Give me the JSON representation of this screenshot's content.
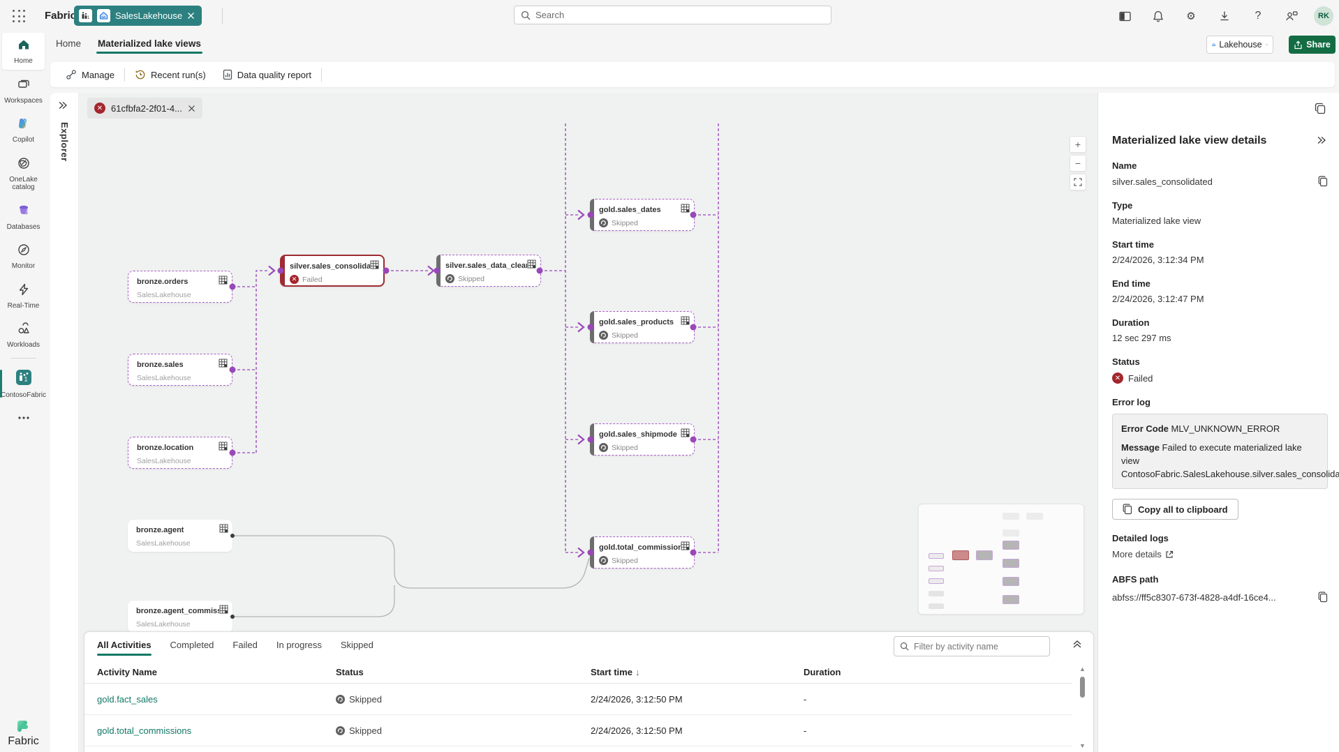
{
  "colors": {
    "accent_green": "#117865",
    "tab_teal": "#2d8080",
    "share_green": "#136c43",
    "purple": "#a85fc4",
    "failed_red": "#a4262c",
    "skipped_gray": "#6d6d6d"
  },
  "topbar": {
    "brand": "Fabric",
    "item_tab": {
      "label": "SalesLakehouse"
    },
    "search": {
      "placeholder": "Search"
    },
    "avatar_initials": "RK"
  },
  "tabrow": {
    "tabs": [
      {
        "label": "Home",
        "active": false
      },
      {
        "label": "Materialized lake views",
        "active": true
      }
    ],
    "item_type_button": "Lakehouse",
    "share_button": "Share"
  },
  "toolbar": {
    "manage": "Manage",
    "recent_runs": "Recent run(s)",
    "data_quality": "Data quality report"
  },
  "sidebar": {
    "items": [
      {
        "id": "home",
        "label": "Home",
        "icon": "home-icon",
        "active": true
      },
      {
        "id": "workspaces",
        "label": "Workspaces",
        "icon": "workspaces-icon"
      },
      {
        "id": "copilot",
        "label": "Copilot",
        "icon": "copilot-icon"
      },
      {
        "id": "onelake",
        "label": "OneLake catalog",
        "icon": "onelake-icon"
      },
      {
        "id": "databases",
        "label": "Databases",
        "icon": "databases-icon"
      },
      {
        "id": "monitor",
        "label": "Monitor",
        "icon": "monitor-icon"
      },
      {
        "id": "realtime",
        "label": "Real-Time",
        "icon": "realtime-icon"
      },
      {
        "id": "workloads",
        "label": "Workloads",
        "icon": "workloads-icon"
      },
      {
        "id": "contoso",
        "label": "ContosoFabric",
        "icon": "contoso-icon",
        "selected": true
      },
      {
        "id": "more",
        "label": "",
        "icon": "more-icon"
      }
    ],
    "bottom": {
      "label": "Fabric",
      "icon": "fabric-logo"
    }
  },
  "explorer": {
    "label": "Explorer"
  },
  "canvas": {
    "run_badge": "61cfbfa2-2f01-4...",
    "zoom_controls": {
      "zoom_in": "+",
      "zoom_out": "−"
    },
    "nodes": [
      {
        "id": "bo",
        "title": "bronze.orders",
        "subtitle": "SalesLakehouse",
        "kind": "src"
      },
      {
        "id": "bs",
        "title": "bronze.sales",
        "subtitle": "SalesLakehouse",
        "kind": "src"
      },
      {
        "id": "bl",
        "title": "bronze.location",
        "subtitle": "SalesLakehouse",
        "kind": "src"
      },
      {
        "id": "ba",
        "title": "bronze.agent",
        "subtitle": "SalesLakehouse",
        "kind": "plain"
      },
      {
        "id": "bac",
        "title": "bronze.agent_commissio...",
        "subtitle": "SalesLakehouse",
        "kind": "plain"
      },
      {
        "id": "ssc",
        "title": "silver.sales_consolidated",
        "status": "Failed",
        "kind": "failed"
      },
      {
        "id": "ssd",
        "title": "silver.sales_data_cleaned",
        "status": "Skipped",
        "kind": "skipped"
      },
      {
        "id": "gsd",
        "title": "gold.sales_dates",
        "status": "Skipped",
        "kind": "skipped"
      },
      {
        "id": "gsp",
        "title": "gold.sales_products",
        "status": "Skipped",
        "kind": "skipped"
      },
      {
        "id": "gss",
        "title": "gold.sales_shipmode",
        "status": "Skipped",
        "kind": "skipped"
      },
      {
        "id": "gtc",
        "title": "gold.total_commissions",
        "status": "Skipped",
        "kind": "skipped"
      }
    ]
  },
  "details": {
    "title": "Materialized lake view details",
    "name_label": "Name",
    "name": "silver.sales_consolidated",
    "type_label": "Type",
    "type": "Materialized lake view",
    "start_label": "Start time",
    "start": "2/24/2026, 3:12:34 PM",
    "end_label": "End time",
    "end": "2/24/2026, 3:12:47 PM",
    "duration_label": "Duration",
    "duration": "12 sec 297 ms",
    "status_label": "Status",
    "status": "Failed",
    "error_log_label": "Error log",
    "error_code_label": "Error Code",
    "error_code": "MLV_UNKNOWN_ERROR",
    "message_label": "Message",
    "message": "Failed to execute materialized lake view ContosoFabric.SalesLakehouse.silver.sales_consolidated.",
    "copy_all_button": "Copy all to clipboard",
    "detailed_logs_label": "Detailed logs",
    "more_details": "More details",
    "abfs_label": "ABFS path",
    "abfs": "abfss://ff5c8307-673f-4828-a4df-16ce4..."
  },
  "bottom_panel": {
    "tabs": [
      {
        "label": "All Activities",
        "active": true
      },
      {
        "label": "Completed",
        "active": false
      },
      {
        "label": "Failed",
        "active": false
      },
      {
        "label": "In progress",
        "active": false
      },
      {
        "label": "Skipped",
        "active": false
      }
    ],
    "filter_placeholder": "Filter by activity name",
    "columns": {
      "name": "Activity Name",
      "status": "Status",
      "start": "Start time",
      "duration": "Duration"
    },
    "sort_arrow": "↓",
    "rows": [
      {
        "name": "gold.fact_sales",
        "status": "Skipped",
        "start": "2/24/2026, 3:12:50 PM",
        "duration": "-"
      },
      {
        "name": "gold.total_commissions",
        "status": "Skipped",
        "start": "2/24/2026, 3:12:50 PM",
        "duration": "-"
      }
    ]
  }
}
